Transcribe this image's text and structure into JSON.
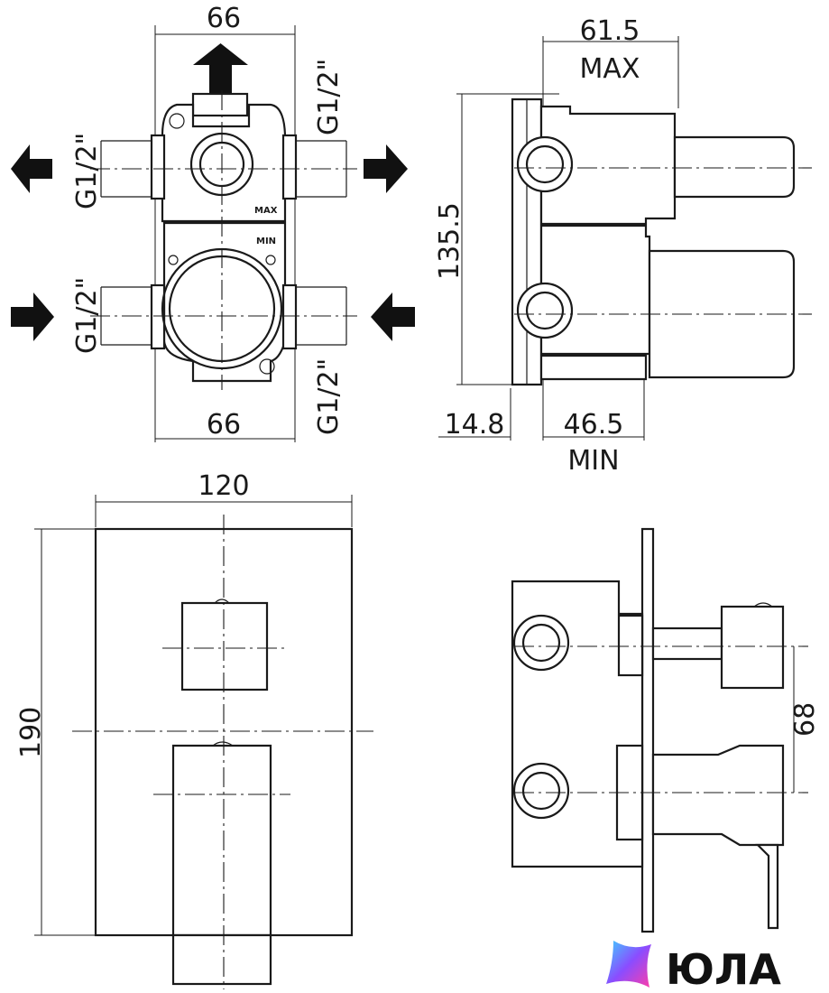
{
  "top_view": {
    "dim_top": "66",
    "dim_bottom": "66",
    "thread_top_right": "G1/2\"",
    "thread_left_upper": "G1/2\"",
    "thread_left_lower": "G1/2\"",
    "thread_bottom_right": "G1/2\"",
    "mark_max": "MAX",
    "mark_min": "MIN"
  },
  "side_view": {
    "dim_depth_max": "61.5",
    "label_max": "MAX",
    "dim_height": "135.5",
    "dim_flange": "14.8",
    "dim_depth_min": "46.5",
    "label_min": "MIN"
  },
  "front_view": {
    "dim_width": "120",
    "dim_height": "190"
  },
  "assembly_view": {
    "dim_axis_distance": "68"
  },
  "brand": {
    "logo_text": "ЮЛА",
    "colors": [
      "#3fd0ff",
      "#8a4dff",
      "#ff3da8"
    ]
  }
}
